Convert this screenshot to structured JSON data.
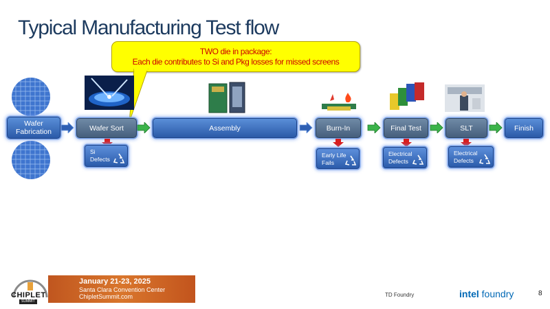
{
  "slide": {
    "title": "Typical Manufacturing Test flow",
    "page_number": "8"
  },
  "callout": {
    "line1": "TWO die in package:",
    "line2": "Each die contributes to Si and Pkg losses for missed screens"
  },
  "stages": {
    "wafer_fab": {
      "line1": "Wafer",
      "line2": "Fabrication"
    },
    "wafer_sort": "Wafer Sort",
    "assembly": "Assembly",
    "burn_in": "Burn-In",
    "final_test": "Final Test",
    "slt": "SLT",
    "finish": "Finish"
  },
  "defects": {
    "si": {
      "line1": "Si",
      "line2": "Defects"
    },
    "early_life": {
      "line1": "Early Life",
      "line2": "Fails"
    },
    "final_test": {
      "line1": "Electrical",
      "line2": "Defects"
    },
    "slt": {
      "line1": "Electrical",
      "line2": "Defects"
    }
  },
  "footer": {
    "logo_text": "CHIPLET",
    "logo_subtext": "SUMMIT",
    "event_dates": "January 21-23, 2025",
    "event_venue": "Santa Clara Convention Center",
    "event_url": "ChipletSummit.com",
    "department": "TD Foundry",
    "brand_word1": "intel",
    "brand_word2": "foundry"
  },
  "colors": {
    "title": "#1c3a5e",
    "callout_fill": "#ffff00",
    "callout_text": "#cc0000",
    "stage_gray": "#5a7593",
    "stage_blue": "#3b6fc4",
    "arrow_green": "#3bb34a",
    "arrow_red": "#d81e1e",
    "brand_blue": "#0068b5"
  }
}
